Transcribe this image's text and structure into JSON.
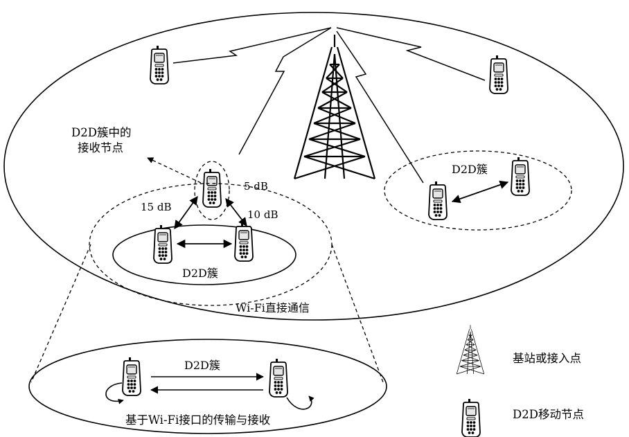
{
  "labels": {
    "receiver_line1": "D2D簇中的",
    "receiver_line2": "接收节点",
    "db_5": "5 dB",
    "db_15": "15 dB",
    "db_10": "10 dB",
    "cluster_left": "D2D簇",
    "cluster_right": "D2D簇",
    "wifi_direct": "Wi-Fi直接通信",
    "cluster_bottom": "D2D簇",
    "bottom_caption": "基于Wi-Fi接口的传输与接收"
  },
  "legend": {
    "base_station": "基站或接入点",
    "mobile_node": "D2D移动节点"
  },
  "colors": {
    "stroke": "#000000",
    "phone_body": "#ffffff",
    "phone_screen": "#e6e6e6"
  },
  "icons": [
    "tower-icon",
    "phone-icon"
  ]
}
